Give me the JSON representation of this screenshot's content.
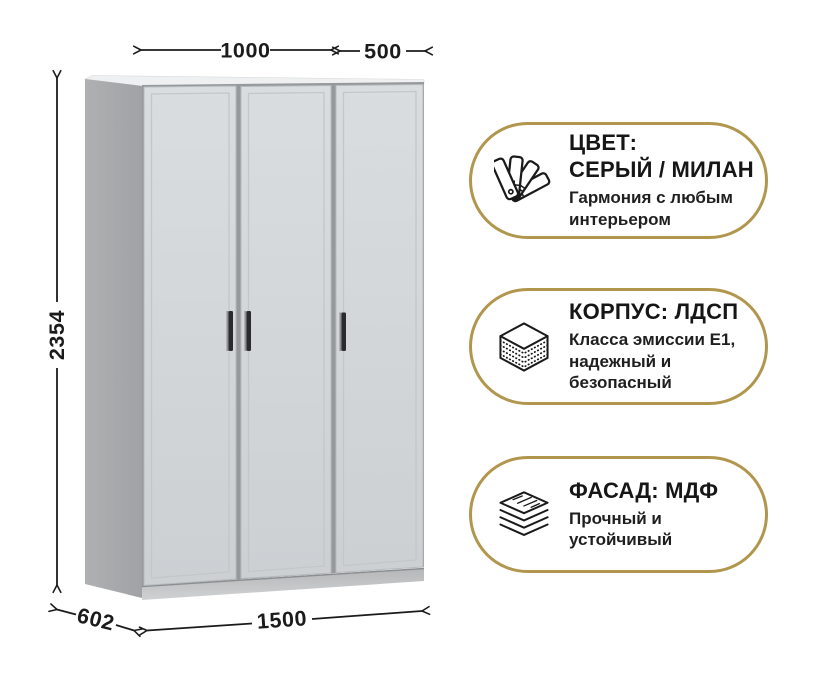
{
  "product": {
    "name": "three-door wardrobe infographic"
  },
  "dimensions": {
    "top_left_mm": "1000",
    "top_right_mm": "500",
    "height_mm": "2354",
    "depth_mm": "602",
    "width_mm": "1500"
  },
  "badges": [
    {
      "icon": "color-swatch-fan-icon",
      "title_lines": [
        "ЦВЕТ:",
        "СЕРЫЙ / МИЛАН"
      ],
      "subtitle_lines": [
        "Гармония с любым",
        "интерьером"
      ]
    },
    {
      "icon": "chipboard-layers-icon",
      "title_lines": [
        "КОРПУС: ЛДСП"
      ],
      "subtitle_lines": [
        "Класса эмиссии Е1,",
        "надежный и",
        "безопасный"
      ]
    },
    {
      "icon": "mdf-sheets-icon",
      "title_lines": [
        "ФАСАД: МДФ"
      ],
      "subtitle_lines": [
        "Прочный и",
        "устойчивый"
      ]
    }
  ],
  "colors": {
    "accent_gold": "#b1974e",
    "text_dark": "#1b1b1b",
    "door_gray": "#d6dadc",
    "side_gray": "#a8a9ab"
  }
}
